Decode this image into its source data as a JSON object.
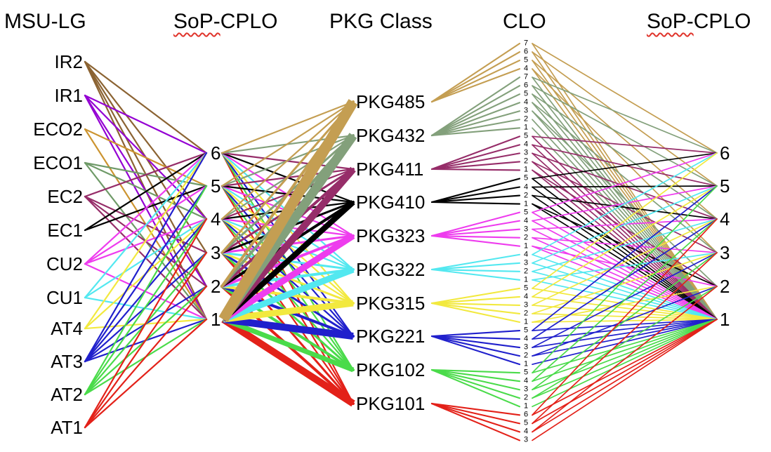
{
  "headers": {
    "msu_lg": "MSU-LG",
    "sop_cplo_left": {
      "prefix": "SoP-",
      "suffix": "CPLO"
    },
    "pkg_class": "PKG Class",
    "clo": "CLO",
    "sop_cplo_right": {
      "prefix": "SoP-",
      "suffix": "CPLO"
    }
  },
  "spellcheck_underline_color": "#E0342B",
  "msu_lg_items": [
    {
      "label": "IR2",
      "color": "#8B6332",
      "links_to_cplo": [
        6,
        4,
        3,
        2,
        1
      ]
    },
    {
      "label": "IR1",
      "color": "#9400D3",
      "links_to_cplo": [
        6,
        4,
        2,
        1
      ]
    },
    {
      "label": "ECO2",
      "color": "#CC9430",
      "links_to_cplo": [
        5,
        1
      ]
    },
    {
      "label": "ECO1",
      "color": "#6F9A68",
      "links_to_cplo": [
        5,
        4,
        1
      ]
    },
    {
      "label": "EC2",
      "color": "#962D69",
      "links_to_cplo": [
        6,
        3,
        2,
        1
      ]
    },
    {
      "label": "EC1",
      "color": "#000000",
      "links_to_cplo": [
        6,
        5
      ]
    },
    {
      "label": "CU2",
      "color": "#EE3CEE",
      "links_to_cplo": [
        6,
        5,
        4,
        1
      ]
    },
    {
      "label": "CU1",
      "color": "#53E8F0",
      "links_to_cplo": [
        6,
        4,
        1
      ]
    },
    {
      "label": "AT4",
      "color": "#F2E93F",
      "links_to_cplo": [
        6,
        4,
        1
      ]
    },
    {
      "label": "AT3",
      "color": "#2020CC",
      "links_to_cplo": [
        6,
        5,
        4,
        3,
        2,
        1
      ]
    },
    {
      "label": "AT2",
      "color": "#4ADB4A",
      "links_to_cplo": [
        5,
        4,
        3,
        2,
        1
      ]
    },
    {
      "label": "AT1",
      "color": "#E32119",
      "links_to_cplo": [
        4,
        3,
        2,
        1
      ]
    }
  ],
  "cplo_left_values": [
    "6",
    "5",
    "4",
    "3",
    "2",
    "1"
  ],
  "pkg_classes": [
    {
      "label": "PKG485",
      "color": "#C49E52",
      "clos": [
        7,
        6,
        5,
        4
      ],
      "weight": 15,
      "clo_to_cplo": [
        [
          0,
          6
        ],
        [
          1,
          5
        ],
        [
          2,
          4
        ],
        [
          3,
          3
        ]
      ]
    },
    {
      "label": "PKG432",
      "color": "#83A07B",
      "clos": [
        7,
        6,
        5,
        4,
        3,
        2,
        1
      ],
      "weight": 13,
      "clo_to_cplo": [
        [
          0,
          6
        ],
        [
          1,
          5
        ],
        [
          2,
          4
        ],
        [
          3,
          3
        ],
        [
          4,
          2
        ]
      ]
    },
    {
      "label": "PKG411",
      "color": "#962D69",
      "clos": [
        5,
        4,
        3,
        2,
        1
      ],
      "weight": 10,
      "clo_to_cplo": [
        [
          0,
          6
        ],
        [
          1,
          5
        ],
        [
          2,
          4
        ],
        [
          3,
          3
        ],
        [
          4,
          2
        ]
      ]
    },
    {
      "label": "PKG410",
      "color": "#000000",
      "clos": [
        5,
        4,
        2,
        1
      ],
      "weight": 8,
      "clo_to_cplo": [
        [
          0,
          6
        ],
        [
          1,
          5
        ],
        [
          2,
          4
        ],
        [
          3,
          2
        ]
      ]
    },
    {
      "label": "PKG323",
      "color": "#EE3CEE",
      "clos": [
        5,
        4,
        3,
        2,
        1
      ],
      "weight": 9,
      "clo_to_cplo": [
        [
          0,
          6
        ],
        [
          1,
          5
        ],
        [
          2,
          4
        ],
        [
          3,
          3
        ],
        [
          4,
          2
        ]
      ]
    },
    {
      "label": "PKG322",
      "color": "#53E8F0",
      "clos": [
        4,
        3,
        2,
        1
      ],
      "weight": 9,
      "clo_to_cplo": [
        [
          0,
          6
        ],
        [
          1,
          5
        ],
        [
          2,
          4
        ],
        [
          3,
          3
        ]
      ]
    },
    {
      "label": "PKG315",
      "color": "#F2E93F",
      "clos": [
        5,
        4,
        3,
        2,
        1
      ],
      "weight": 9,
      "clo_to_cplo": [
        [
          0,
          6
        ],
        [
          1,
          5
        ],
        [
          2,
          4
        ],
        [
          3,
          3
        ],
        [
          4,
          2
        ]
      ]
    },
    {
      "label": "PKG221",
      "color": "#2020CC",
      "clos": [
        5,
        4,
        3,
        2,
        1
      ],
      "weight": 10,
      "clo_to_cplo": [
        [
          0,
          5
        ],
        [
          1,
          4
        ],
        [
          2,
          3
        ],
        [
          3,
          2
        ]
      ]
    },
    {
      "label": "PKG102",
      "color": "#4ADB4A",
      "clos": [
        5,
        4,
        3,
        2,
        1
      ],
      "weight": 7,
      "clo_to_cplo": [
        [
          0,
          5
        ],
        [
          1,
          4
        ],
        [
          2,
          3
        ],
        [
          3,
          2
        ]
      ]
    },
    {
      "label": "PKG101",
      "color": "#E32119",
      "clos": [
        6,
        5,
        4,
        3
      ],
      "weight": 10,
      "clo_to_cplo": [
        [
          0,
          4
        ],
        [
          1,
          3
        ],
        [
          2,
          2
        ]
      ]
    }
  ],
  "cplo_right_values": [
    "6",
    "5",
    "4",
    "3",
    "2",
    "1"
  ]
}
